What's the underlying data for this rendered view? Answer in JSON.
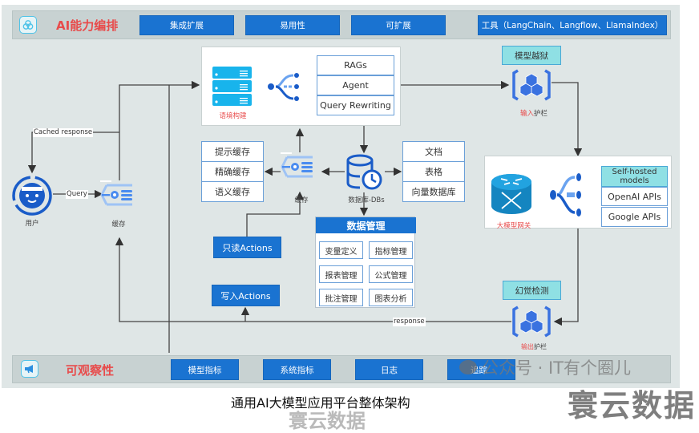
{
  "top_band": {
    "title": "AI能力编排",
    "icon": "cloud-nodes-icon",
    "buttons": [
      "集成扩展",
      "易用性",
      "可扩展",
      "工具（LangChain、Langflow、LlamaIndex）"
    ]
  },
  "bottom_band": {
    "title": "可观察性",
    "icon": "megaphone-icon",
    "buttons": [
      "模型指标",
      "系统指标",
      "日志",
      "追踪"
    ]
  },
  "context_panel": {
    "icon": "server-stack-icon",
    "label": "语境构建",
    "router_icon": "branch-router-icon",
    "items": [
      "RAGs",
      "Agent",
      "Query Rewriting"
    ]
  },
  "user": {
    "icon": "user-face-icon",
    "label": "用户"
  },
  "cache_left": {
    "icon": "cache-icon",
    "label": "缓存"
  },
  "cache_mid": {
    "icon": "cache-icon",
    "label": "缓存"
  },
  "cache_types": [
    "提示缓存",
    "精确缓存",
    "语义缓存"
  ],
  "database": {
    "icon": "database-clock-icon",
    "label": "数据库-DBs"
  },
  "data_types": [
    "文档",
    "表格",
    "向量数据库"
  ],
  "data_mgmt": {
    "title": "数据管理",
    "items": [
      "变量定义",
      "指标管理",
      "报表管理",
      "公式管理",
      "批注管理",
      "图表分析"
    ]
  },
  "actions": {
    "read": "只读Actions",
    "write": "写入Actions"
  },
  "input_guard": {
    "tag": "模型越狱",
    "label_red": "输入",
    "label_gray": "护栏",
    "icon": "cubes-bracket-icon"
  },
  "output_guard": {
    "tag": "幻觉检测",
    "label_red": "输出",
    "label_gray": "护栏",
    "icon": "cubes-bracket-icon"
  },
  "gateway": {
    "icon": "router-cylinder-icon",
    "label": "大模型网关",
    "models_header": "Self-hosted models",
    "models": [
      "OpenAI APIs",
      "Google APIs"
    ]
  },
  "edges": {
    "cached_response": "Cached response",
    "query": "Query",
    "response": "response"
  },
  "caption": "通用AI大模型应用平台整体架构",
  "watermarks": {
    "wechat": "公众号 · IT有个圈儿",
    "brand": "寰云数据"
  },
  "colors": {
    "accent_blue": "#1a73d1",
    "title_red": "#e84b4b",
    "cyan": "#8fe0e4",
    "background": "#dfe6e6"
  }
}
